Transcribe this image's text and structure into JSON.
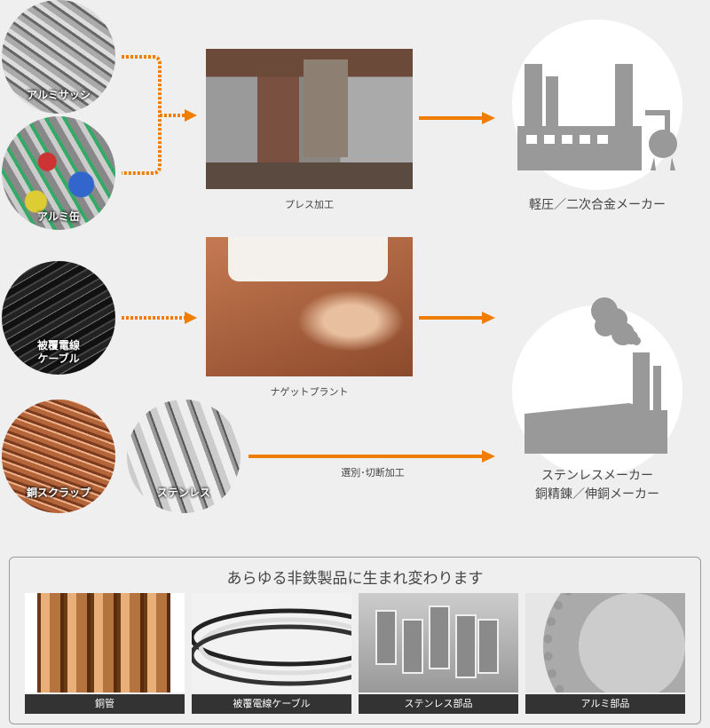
{
  "sources": {
    "aluminum_sash": "アルミサッシ",
    "aluminum_can": "アルミ缶",
    "cable_line1": "被覆電線",
    "cable_line2": "ケーブル",
    "copper_scrap": "銅スクラップ",
    "stainless": "ステンレス"
  },
  "processes": {
    "press": "プレス加工",
    "nugget": "ナゲットプラント",
    "sort_cut": "選別･切断加工"
  },
  "destinations": {
    "alloy_maker": "軽圧／二次合金メーカー",
    "stainless_maker": "ステンレスメーカー",
    "copper_maker": "銅精錬／伸銅メーカー"
  },
  "products": {
    "title": "あらゆる非鉄製品に生まれ変わります",
    "items": [
      {
        "label": "銅管"
      },
      {
        "label": "被覆電線ケーブル"
      },
      {
        "label": "ステンレス部品"
      },
      {
        "label": "アルミ部品"
      }
    ]
  },
  "colors": {
    "arrow": "#f07d00",
    "factory": "#999999"
  }
}
